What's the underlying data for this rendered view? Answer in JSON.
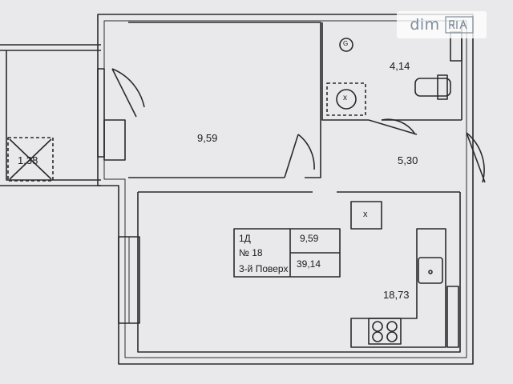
{
  "rooms": {
    "balcony_area": "1,38",
    "room_area": "9,59",
    "bathroom_area": "4,14",
    "hall_area": "5,30",
    "kitchen_living_area": "18,73"
  },
  "info": {
    "type": "1Д",
    "number": "№ 18",
    "floor": "3-й Поверх",
    "living_area": "9,59",
    "total_area": "39,14"
  },
  "marks": {
    "sink_mark": "x",
    "ventilation_mark": "x",
    "gas_mark": "G"
  },
  "watermark": {
    "text": "dim",
    "logo": "RIA"
  },
  "colors": {
    "paper": "#e9e9ec",
    "wall": "#2a2a2a",
    "watermark_text": "#7f8d9c"
  }
}
